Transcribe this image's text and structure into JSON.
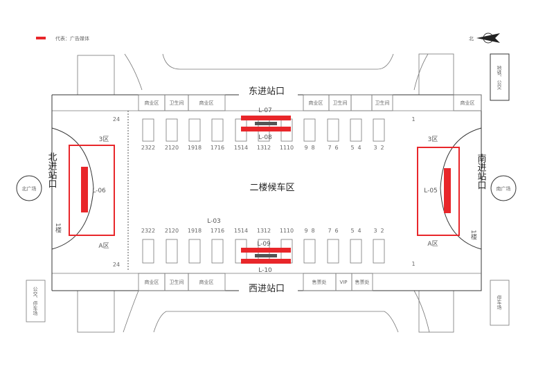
{
  "legend": {
    "label": "代表：广告媒体",
    "color": "#e8262a"
  },
  "compass": {
    "label": "北"
  },
  "entrances": {
    "east": "东进站口",
    "west": "西进站口",
    "north": "北进站口",
    "south": "南进站口"
  },
  "hall_label": "二楼候车区",
  "squares": {
    "north": "北广场",
    "south": "南广场"
  },
  "outside": {
    "top_right": "地铁、公交",
    "bottom_left": "公交、停车场",
    "bottom_right": "停车场"
  },
  "top_shops": [
    "商业区",
    "卫生间",
    "商业区",
    "商业区",
    "卫生间",
    "卫生间",
    "商业区"
  ],
  "bottom_shops": [
    "商业区",
    "卫生间",
    "商业区",
    "售票处",
    "VIP",
    "售票处"
  ],
  "gate_numbers_top": [
    "23",
    "22",
    "21",
    "20",
    "19",
    "18",
    "17",
    "16",
    "15",
    "14",
    "13",
    "12",
    "11",
    "10",
    "9",
    "8",
    "7",
    "6",
    "5",
    "4",
    "3",
    "2"
  ],
  "gate_numbers_bottom": [
    "23",
    "22",
    "21",
    "20",
    "19",
    "18",
    "17",
    "16",
    "15",
    "14",
    "13",
    "12",
    "11",
    "10",
    "9",
    "8",
    "7",
    "6",
    "5",
    "4",
    "3",
    "2"
  ],
  "media": {
    "l03": "L-03",
    "l05": "L-05",
    "l06": "L-06",
    "l07": "L-07",
    "l08": "L-08",
    "l09": "L-09",
    "l10": "L-10"
  },
  "zones": {
    "zone3": "3区",
    "zoneA": "A区"
  },
  "floor1": "1楼",
  "gate_24": "24",
  "gate_1": "1"
}
